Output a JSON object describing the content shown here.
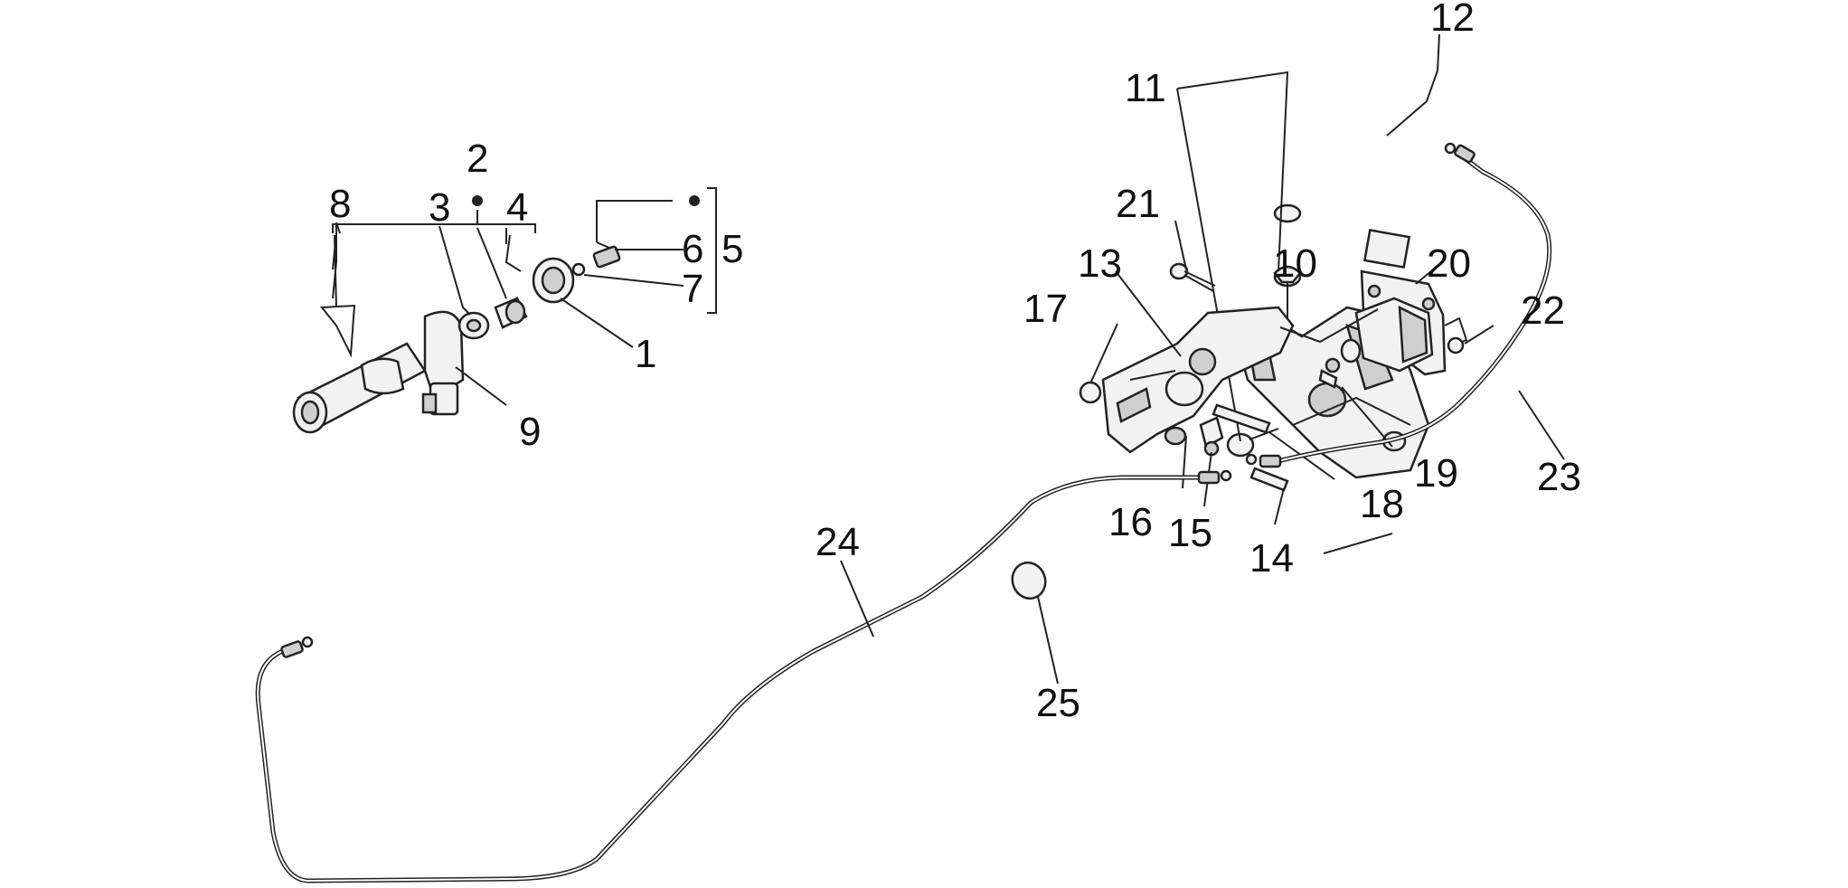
{
  "labels": {
    "l1": "1",
    "l2": "2",
    "l3": "3",
    "l4": "4",
    "l5": "5",
    "l6": "6",
    "l7": "7",
    "l8": "8",
    "l9": "9",
    "l10": "10",
    "l11": "11",
    "l12": "12",
    "l13": "13",
    "l14": "14",
    "l15": "15",
    "l16": "16",
    "l17": "17",
    "l18": "18",
    "l19": "19",
    "l20": "20",
    "l21": "21",
    "l22": "22",
    "l23": "23",
    "l24": "24",
    "l25": "25"
  },
  "colors": {
    "line": "#222222",
    "background": "#ffffff"
  }
}
